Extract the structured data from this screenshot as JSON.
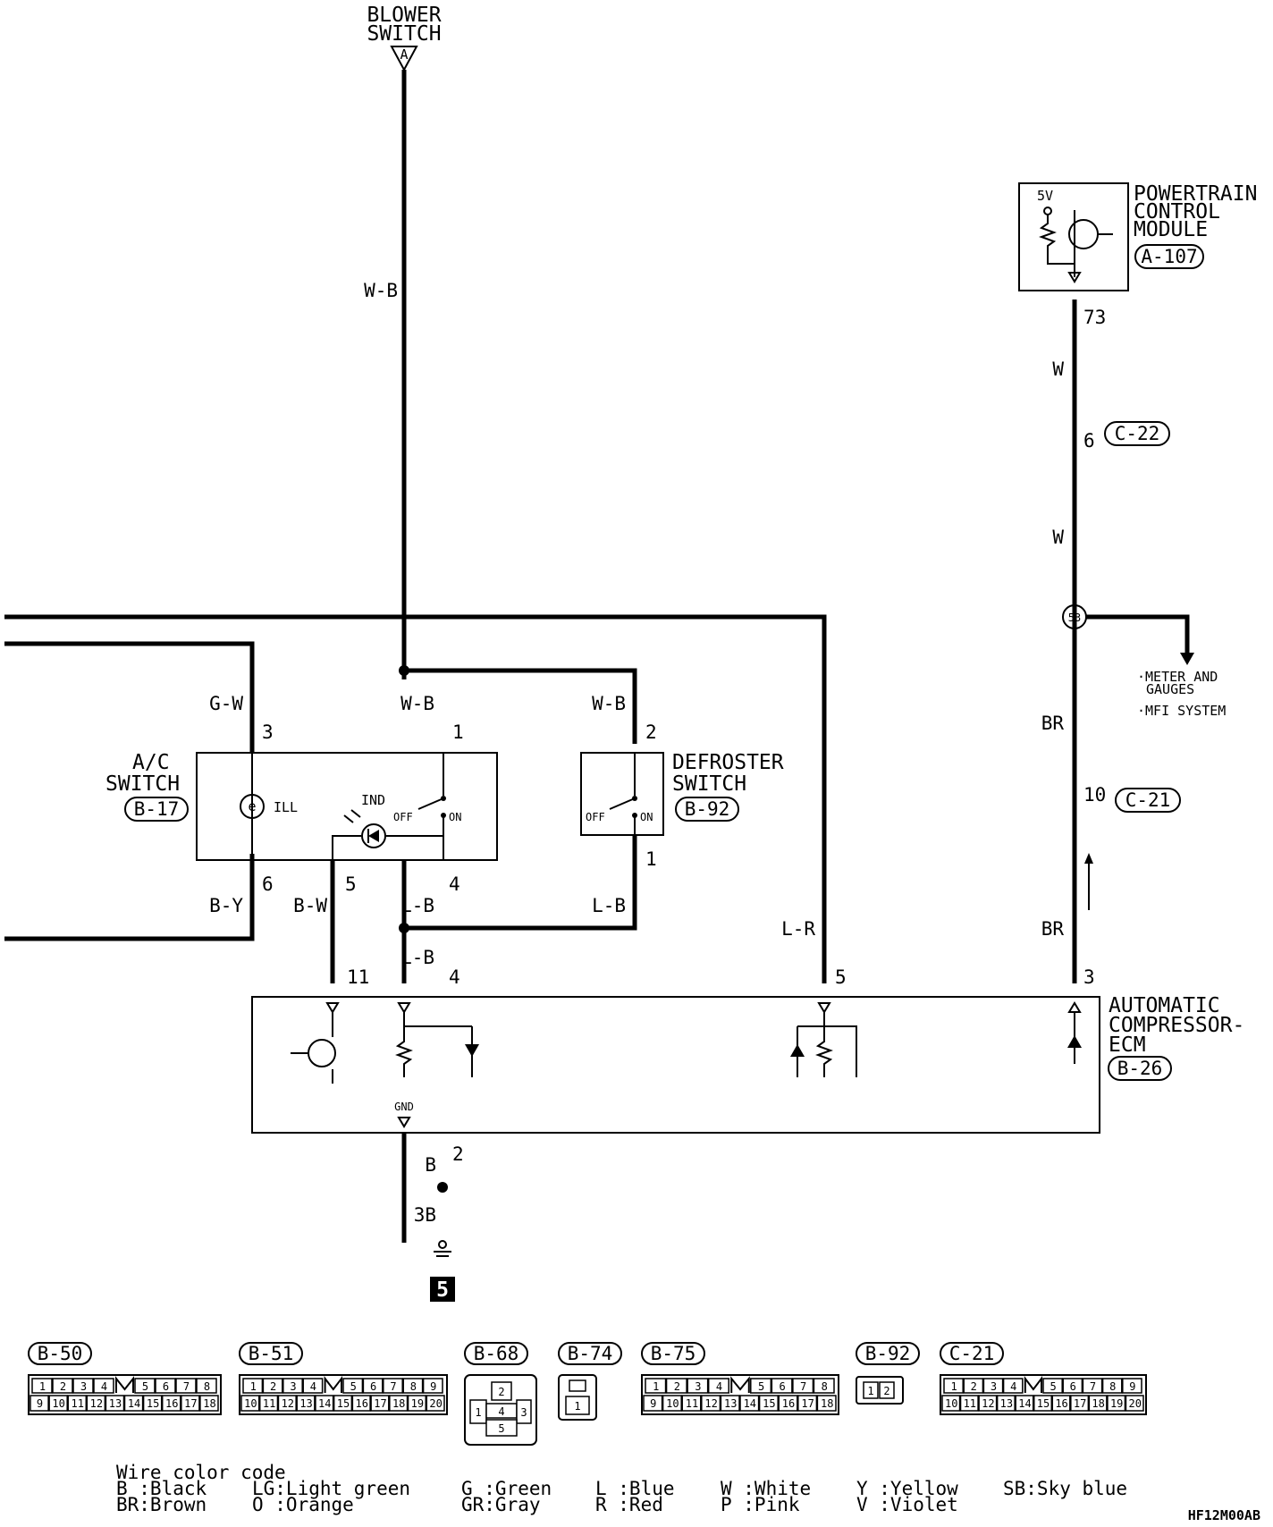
{
  "blower": {
    "title_1": "BLOWER",
    "title_2": "SWITCH",
    "pin": "A"
  },
  "pcm": {
    "title_1": "POWERTRAIN",
    "title_2": "CONTROL",
    "title_3": "MODULE",
    "connector": "A-107",
    "voltage": "5V",
    "pin": "73"
  },
  "ac_switch": {
    "title_1": "A/C",
    "title_2": "SWITCH",
    "connector": "B-17",
    "ill": "ILL",
    "ind": "IND",
    "off": "OFF",
    "on": "ON",
    "pins": {
      "p3": "3",
      "p1": "1",
      "p6": "6",
      "p5": "5",
      "p4": "4"
    }
  },
  "defroster": {
    "title_1": "DEFROSTER",
    "title_2": "SWITCH",
    "connector": "B-92",
    "off": "OFF",
    "on": "ON",
    "pin_top": "2",
    "pin_bottom": "1"
  },
  "ecm": {
    "title_1": "AUTOMATIC",
    "title_2": "COMPRESSOR-",
    "title_3": "ECM",
    "connector": "B-26",
    "gnd": "GND",
    "pins": {
      "p11": "11",
      "p4": "4",
      "p5": "5",
      "p3": "3",
      "p2": "2"
    }
  },
  "wires": {
    "wb_main": "W-B",
    "wb_1": "W-B",
    "wb_2": "W-B",
    "gw": "G-W",
    "by": "B-Y",
    "bw": "B-W",
    "lb_1": "L-B",
    "lb_2": "L-B",
    "lb_3": "L-B",
    "lr": "L-R",
    "w_1": "W",
    "w_2": "W",
    "br_1": "BR",
    "br_2": "BR",
    "b": "B",
    "b3": "3B"
  },
  "c22": {
    "connector": "C-22",
    "pin": "6"
  },
  "c21": {
    "connector": "C-21",
    "pin": "10"
  },
  "junction": {
    "id": "53",
    "dest_1": "·METER AND",
    "dest_1b": "GAUGES",
    "dest_2": "·MFI SYSTEM"
  },
  "ground": {
    "number": "5"
  },
  "connectors": [
    {
      "label": "B-50",
      "top": [
        "1",
        "2",
        "3",
        "4",
        "",
        "5",
        "6",
        "7",
        "8"
      ],
      "bottom": [
        "9",
        "10",
        "11",
        "12",
        "13",
        "14",
        "15",
        "16",
        "17",
        "18"
      ]
    },
    {
      "label": "B-51",
      "top": [
        "1",
        "2",
        "3",
        "4",
        "",
        "5",
        "6",
        "7",
        "8",
        "9"
      ],
      "bottom": [
        "10",
        "11",
        "12",
        "13",
        "14",
        "15",
        "16",
        "17",
        "18",
        "19",
        "20"
      ]
    },
    {
      "label": "B-68",
      "pins": [
        "2",
        "1",
        "4",
        "3",
        "5"
      ]
    },
    {
      "label": "B-74",
      "pins": [
        "1"
      ]
    },
    {
      "label": "B-75",
      "top": [
        "1",
        "2",
        "3",
        "4",
        "",
        "5",
        "6",
        "7",
        "8"
      ],
      "bottom": [
        "9",
        "10",
        "11",
        "12",
        "13",
        "14",
        "15",
        "16",
        "17",
        "18"
      ]
    },
    {
      "label": "B-92",
      "pins": [
        "1",
        "2"
      ]
    },
    {
      "label": "C-21",
      "top": [
        "1",
        "2",
        "3",
        "4",
        "",
        "5",
        "6",
        "7",
        "8",
        "9"
      ],
      "bottom": [
        "10",
        "11",
        "12",
        "13",
        "14",
        "15",
        "16",
        "17",
        "18",
        "19",
        "20"
      ]
    }
  ],
  "color_code": {
    "heading": "Wire color code",
    "items": [
      "B :Black",
      "BR:Brown",
      "LG:Light green",
      "O :Orange",
      "G :Green",
      "GR:Gray",
      "L :Blue",
      "R :Red",
      "W :White",
      "P :Pink",
      "Y :Yellow",
      "V :Violet",
      "SB:Sky blue"
    ]
  },
  "figure_id": "HF12M00AB"
}
